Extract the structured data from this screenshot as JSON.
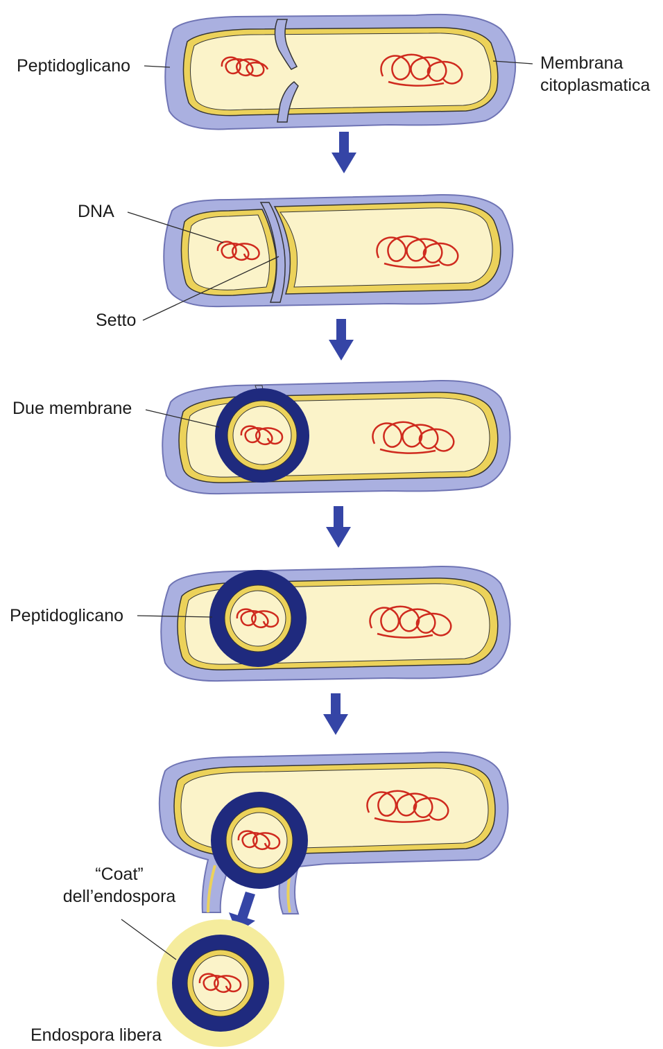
{
  "labels": {
    "peptidoglicano_top": "Peptidoglicano",
    "membrana_line1": "Membrana",
    "membrana_line2": "citoplasmatica",
    "dna": "DNA",
    "setto": "Setto",
    "due_membrane": "Due membrane",
    "peptidoglicano_mid": "Peptidoglicano",
    "coat_line1": "“Coat”",
    "coat_line2": "dell’endospora",
    "endospora_libera": "Endospora libera"
  },
  "colors": {
    "cell_wall": "#aab0e0",
    "cell_wall_stroke": "#6f74b4",
    "membrane": "#ecd25a",
    "cytoplasm": "#fbf3c9",
    "dna": "#cf2a1e",
    "spore_coat": "#1f2a7e",
    "arrow": "#3545a6",
    "free_spore_halo": "#f5ec9d",
    "leader_line": "#2a2a2a"
  }
}
